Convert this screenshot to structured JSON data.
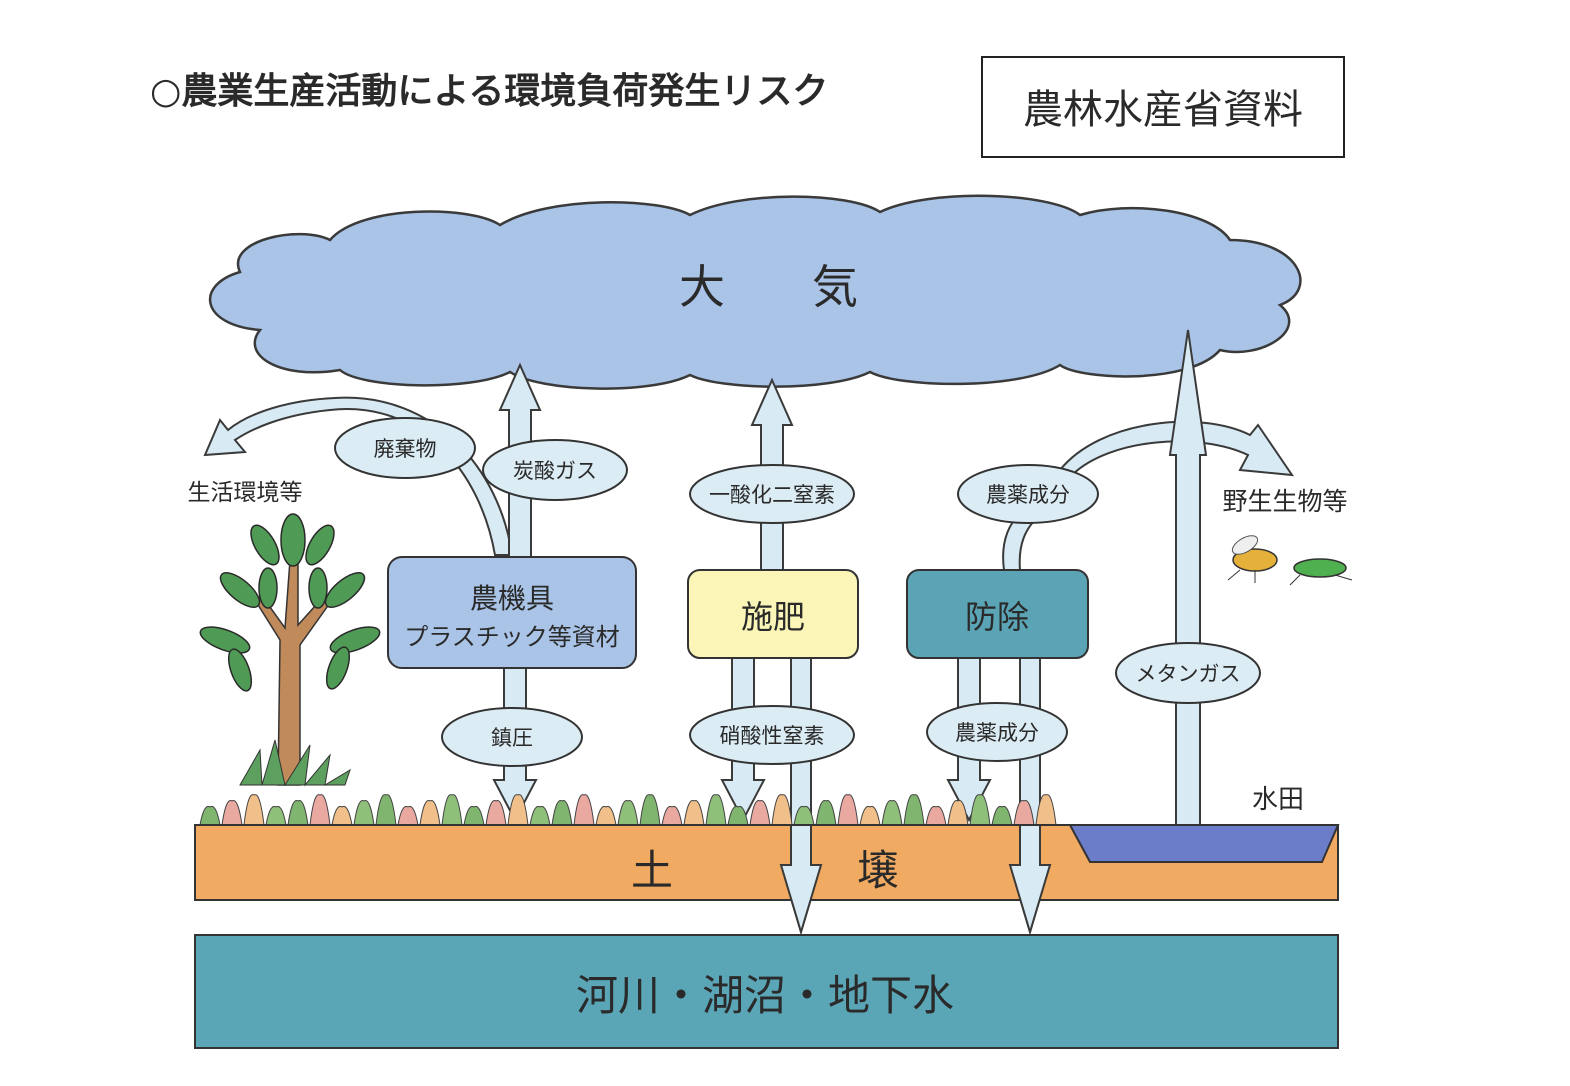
{
  "title": "○農業生産活動による環境負荷発生リスク",
  "source_label": "農林水産省資料",
  "atmosphere": {
    "left": "大",
    "right": "気"
  },
  "soil": {
    "left": "土",
    "right": "壌"
  },
  "water": "河川・湖沼・地下水",
  "sources": {
    "machinery": {
      "line1": "農機具",
      "line2": "プラスチック等資材"
    },
    "fertilizer": "施肥",
    "pest_control": "防除"
  },
  "emissions": {
    "waste": "廃棄物",
    "co2": "炭酸ガス",
    "n2o": "一酸化二窒素",
    "pesticide_air": "農薬成分",
    "compaction": "鎮圧",
    "nitrate": "硝酸性窒素",
    "pesticide_soil": "農薬成分",
    "methane": "メタンガス"
  },
  "targets": {
    "living_env": "生活環境等",
    "wildlife": "野生生物等",
    "paddy": "水田"
  },
  "colors": {
    "cloud": "#a9c4e6",
    "machinery_box": "#a9c4e6",
    "fertilizer_box": "#fbf6b8",
    "pest_control_box": "#5ba4b6",
    "arrow": "#d8eaf3",
    "soil": "#f0aa62",
    "paddy_water": "#6b7cc9",
    "water": "#5aa6b6"
  }
}
